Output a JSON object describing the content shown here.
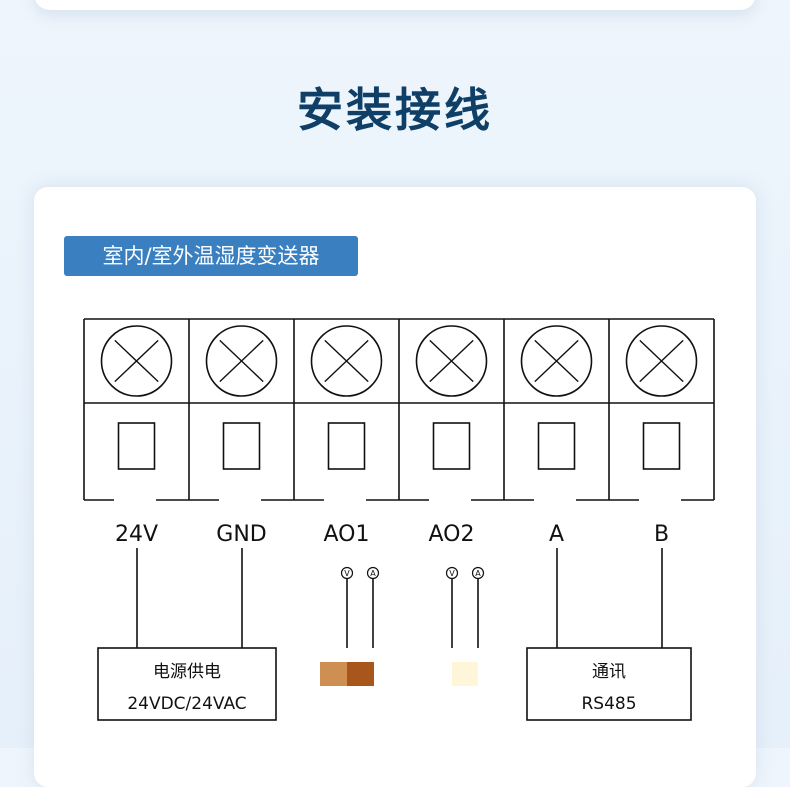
{
  "title": "安装接线",
  "section_label": "室内/室外温湿度变送器",
  "terminals": [
    "24V",
    "GND",
    "AO1",
    "AO2",
    "A",
    "B"
  ],
  "meter_symbols": [
    "V",
    "A"
  ],
  "power_box": {
    "line1": "电源供电",
    "line2": "24VDC/24VAC"
  },
  "comm_box": {
    "line1": "通讯",
    "line2": "RS485"
  },
  "colors": {
    "title": "#0f3f66",
    "label_bg": "#3a7fc0",
    "swatch_ao1_light": "#cf8e52",
    "swatch_ao1_dark": "#a8561c",
    "swatch_ao2": "#fff6da"
  }
}
